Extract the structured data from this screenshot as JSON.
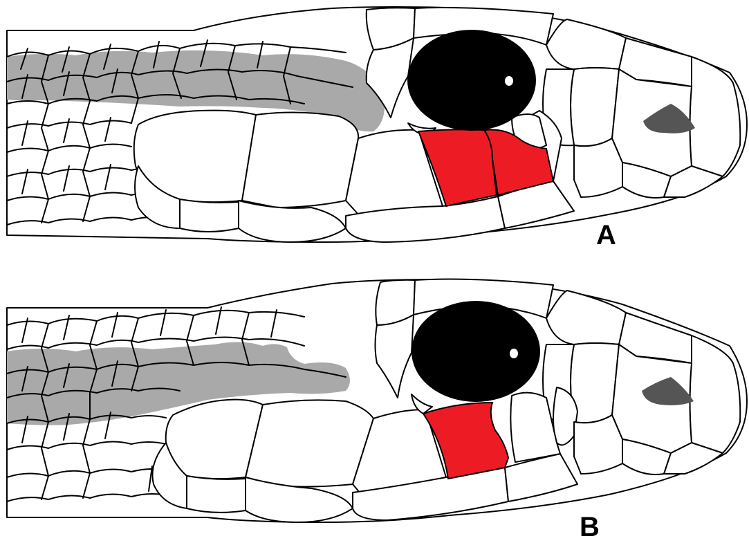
{
  "panels": [
    {
      "label": "A",
      "marked_scale_count": 2
    },
    {
      "label": "B",
      "marked_scale_count": 1
    }
  ],
  "colors": {
    "marked_scale": "#ed1c24",
    "stripe": "#a9a9a9",
    "eye": "#000000",
    "nostril": "#555555",
    "outline": "#000000",
    "background": "#ffffff"
  }
}
